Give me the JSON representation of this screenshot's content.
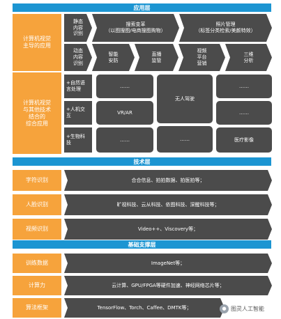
{
  "layers": {
    "app": "应用层",
    "tech": "技术层",
    "base": "基础支撑层"
  },
  "app_section": {
    "left_top": "计算机视觉\n主导的应用",
    "left_bottom": "计算机视觉\n与其他技术\n结合的\n综合应用",
    "row1": [
      "静态\n内容\n识别",
      "搜索变革\n（以图搜图/电商搜图购物）",
      "照片管理\n（标签分类检索/美颜特效）"
    ],
    "row2": [
      "动态\n内容\n识别",
      "智能\n安防",
      "直播\n监管",
      "视频\n平台\n营销",
      "三维\n分析"
    ],
    "combo_labels": [
      "+自然语\n言处理",
      "+人机交\n互",
      "+生物科\n技"
    ],
    "combo_boxes": [
      "……",
      "……",
      "无人驾驶",
      "……",
      "VR/AR",
      "……",
      "……",
      "……",
      "医疗影像"
    ]
  },
  "tech_section": [
    {
      "label": "字符识别",
      "content": "合合信息、拍拍数据、拍医拍等；"
    },
    {
      "label": "人脸识别",
      "content": "旷视科技、云从科技、依图科技、深醒科技等；"
    },
    {
      "label": "视频识别",
      "content": "Video++、Viscovery等；"
    }
  ],
  "base_section": [
    {
      "label": "训练数据",
      "content": "ImageNet等；"
    },
    {
      "label": "计算力",
      "content": "云计算、GPU/FPGA等硬件加速、神经网络芯片等；"
    },
    {
      "label": "算法框架",
      "content": "TensorFlow、Torch、Caffee、DMTK等；"
    }
  ],
  "watermark": {
    "icon": "wechat-icon",
    "text": "图灵人工智能"
  }
}
